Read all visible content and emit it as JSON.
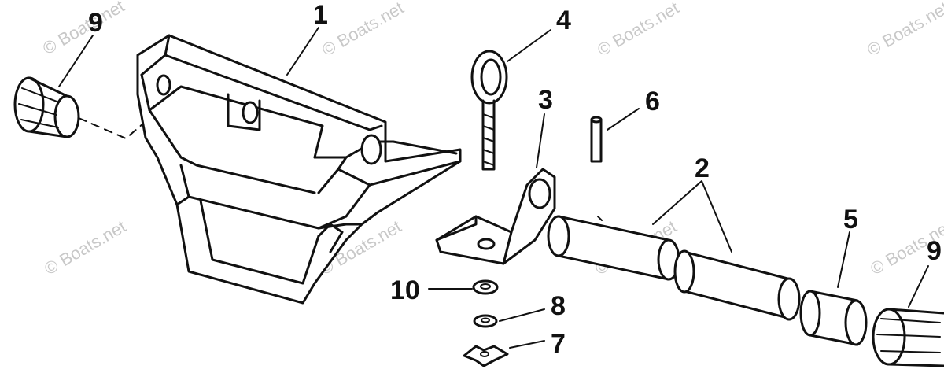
{
  "watermark": "© Boats.net",
  "callouts": {
    "c1": "1",
    "c2": "2",
    "c3": "3",
    "c4": "4",
    "c5": "5",
    "c6": "6",
    "c7": "7",
    "c8": "8",
    "c9a": "9",
    "c9b": "9",
    "c10": "10"
  }
}
